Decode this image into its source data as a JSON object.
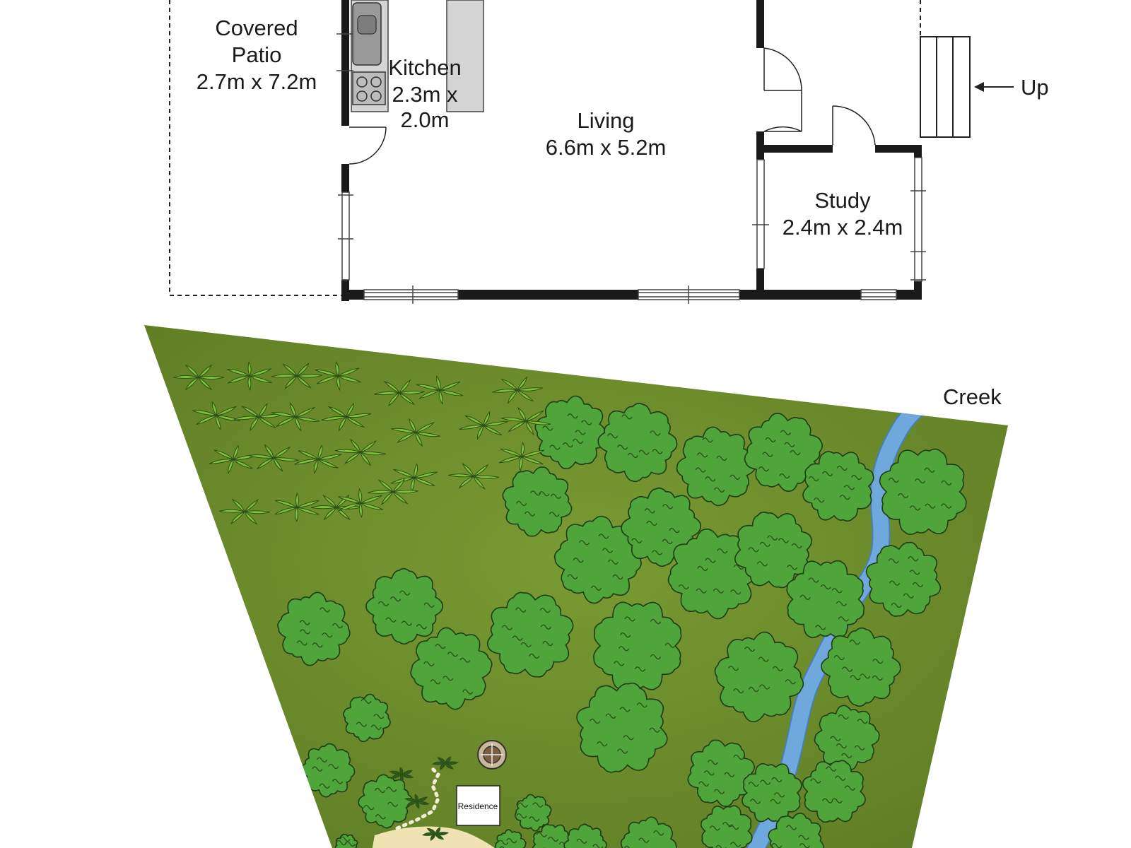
{
  "floor_plan": {
    "rooms": {
      "covered_patio": {
        "line1": "Covered",
        "line2": "Patio",
        "dims": "2.7m x 7.2m"
      },
      "kitchen": {
        "line1": "Kitchen",
        "line2": "2.3m x",
        "dims": "2.0m"
      },
      "living": {
        "line1": "Living",
        "dims": "6.6m x 5.2m"
      },
      "study": {
        "line1": "Study",
        "dims": "2.4m x 2.4m"
      }
    },
    "stairs_label": "Up"
  },
  "site_plan": {
    "creek_label": "Creek",
    "residence_label": "Residence",
    "colors": {
      "lawn": "#6b8a2a",
      "tree_canopy": "#4fa53a",
      "creek": "#6fa8dc",
      "palm": "#7fc23a",
      "path": "#efe3b3"
    }
  }
}
